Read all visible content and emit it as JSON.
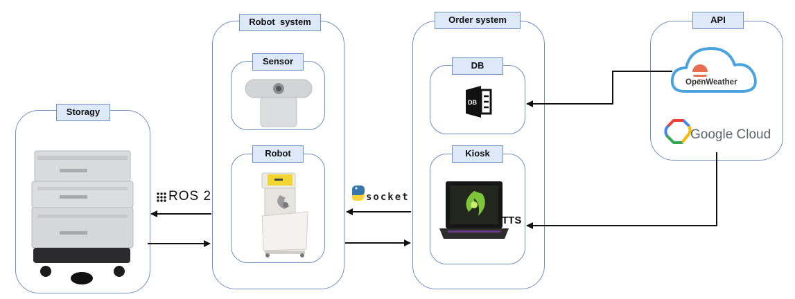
{
  "storagy": {
    "title": "Storagy"
  },
  "robot_system": {
    "title": "Robot  system",
    "sensor_title": "Sensor",
    "robot_title": "Robot"
  },
  "order_system": {
    "title": "Order system",
    "db_title": "DB",
    "kiosk_title": "Kiosk",
    "tts_label": "TTS"
  },
  "api": {
    "title": "API",
    "openweather_label": "OpenWeather",
    "google_cloud_label": "Google Cloud"
  },
  "connectors": {
    "ros_label": "ROS 2",
    "socket_label": "socket"
  },
  "colors": {
    "border": "#6f8fbf",
    "tag_fill": "#dde8f8",
    "arrow": "#111111",
    "openweather": "#e96e50"
  }
}
